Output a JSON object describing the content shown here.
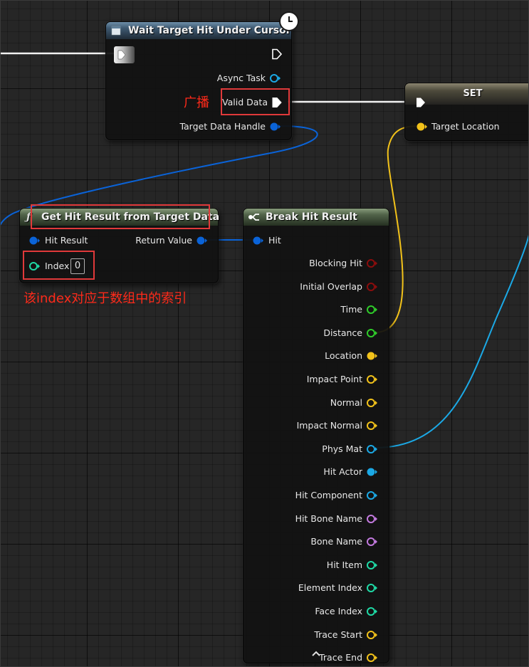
{
  "nodes": {
    "wait": {
      "title": "Wait Target Hit Under Cursor",
      "pins": {
        "async_task": "Async Task",
        "valid_data": "Valid Data",
        "target_data_handle": "Target Data Handle"
      }
    },
    "set": {
      "title": "SET",
      "pins": {
        "target_location": "Target Location"
      }
    },
    "get_hit": {
      "title": "Get Hit Result from Target Data",
      "pins": {
        "hit_result": "Hit Result",
        "return_value": "Return Value",
        "index": "Index",
        "index_default": "0"
      }
    },
    "break_hit": {
      "title": "Break Hit Result",
      "input_pin": "Hit",
      "outputs": [
        {
          "label": "Blocking Hit",
          "kind": "bool"
        },
        {
          "label": "Initial Overlap",
          "kind": "bool"
        },
        {
          "label": "Time",
          "kind": "float"
        },
        {
          "label": "Distance",
          "kind": "float"
        },
        {
          "label": "Location",
          "kind": "vector",
          "connected": true
        },
        {
          "label": "Impact Point",
          "kind": "vector"
        },
        {
          "label": "Normal",
          "kind": "vector"
        },
        {
          "label": "Impact Normal",
          "kind": "vector"
        },
        {
          "label": "Phys Mat",
          "kind": "object"
        },
        {
          "label": "Hit Actor",
          "kind": "object",
          "connected": true
        },
        {
          "label": "Hit Component",
          "kind": "object"
        },
        {
          "label": "Hit Bone Name",
          "kind": "name"
        },
        {
          "label": "Bone Name",
          "kind": "name"
        },
        {
          "label": "Hit Item",
          "kind": "int"
        },
        {
          "label": "Element Index",
          "kind": "int"
        },
        {
          "label": "Face Index",
          "kind": "int"
        },
        {
          "label": "Trace Start",
          "kind": "vector"
        },
        {
          "label": "Trace End",
          "kind": "vector"
        }
      ]
    }
  },
  "annotations": {
    "broadcast": "广播",
    "index_note": "该index对应于数组中的索引"
  },
  "icons": {
    "latent": "clock-icon",
    "function": "function-icon",
    "event": "event-graph-icon",
    "break": "break-struct-icon",
    "collapse": "chevron-up-icon"
  },
  "colors": {
    "exec": "#ffffff",
    "struct": "#0a63d8",
    "object": "#1ba9e6",
    "vector": "#f2c21a",
    "bool": "#8b0d0d",
    "float": "#2fcc2a",
    "int": "#1fdaa6",
    "name": "#c47ae0",
    "annotation": "#ff2a1a"
  }
}
